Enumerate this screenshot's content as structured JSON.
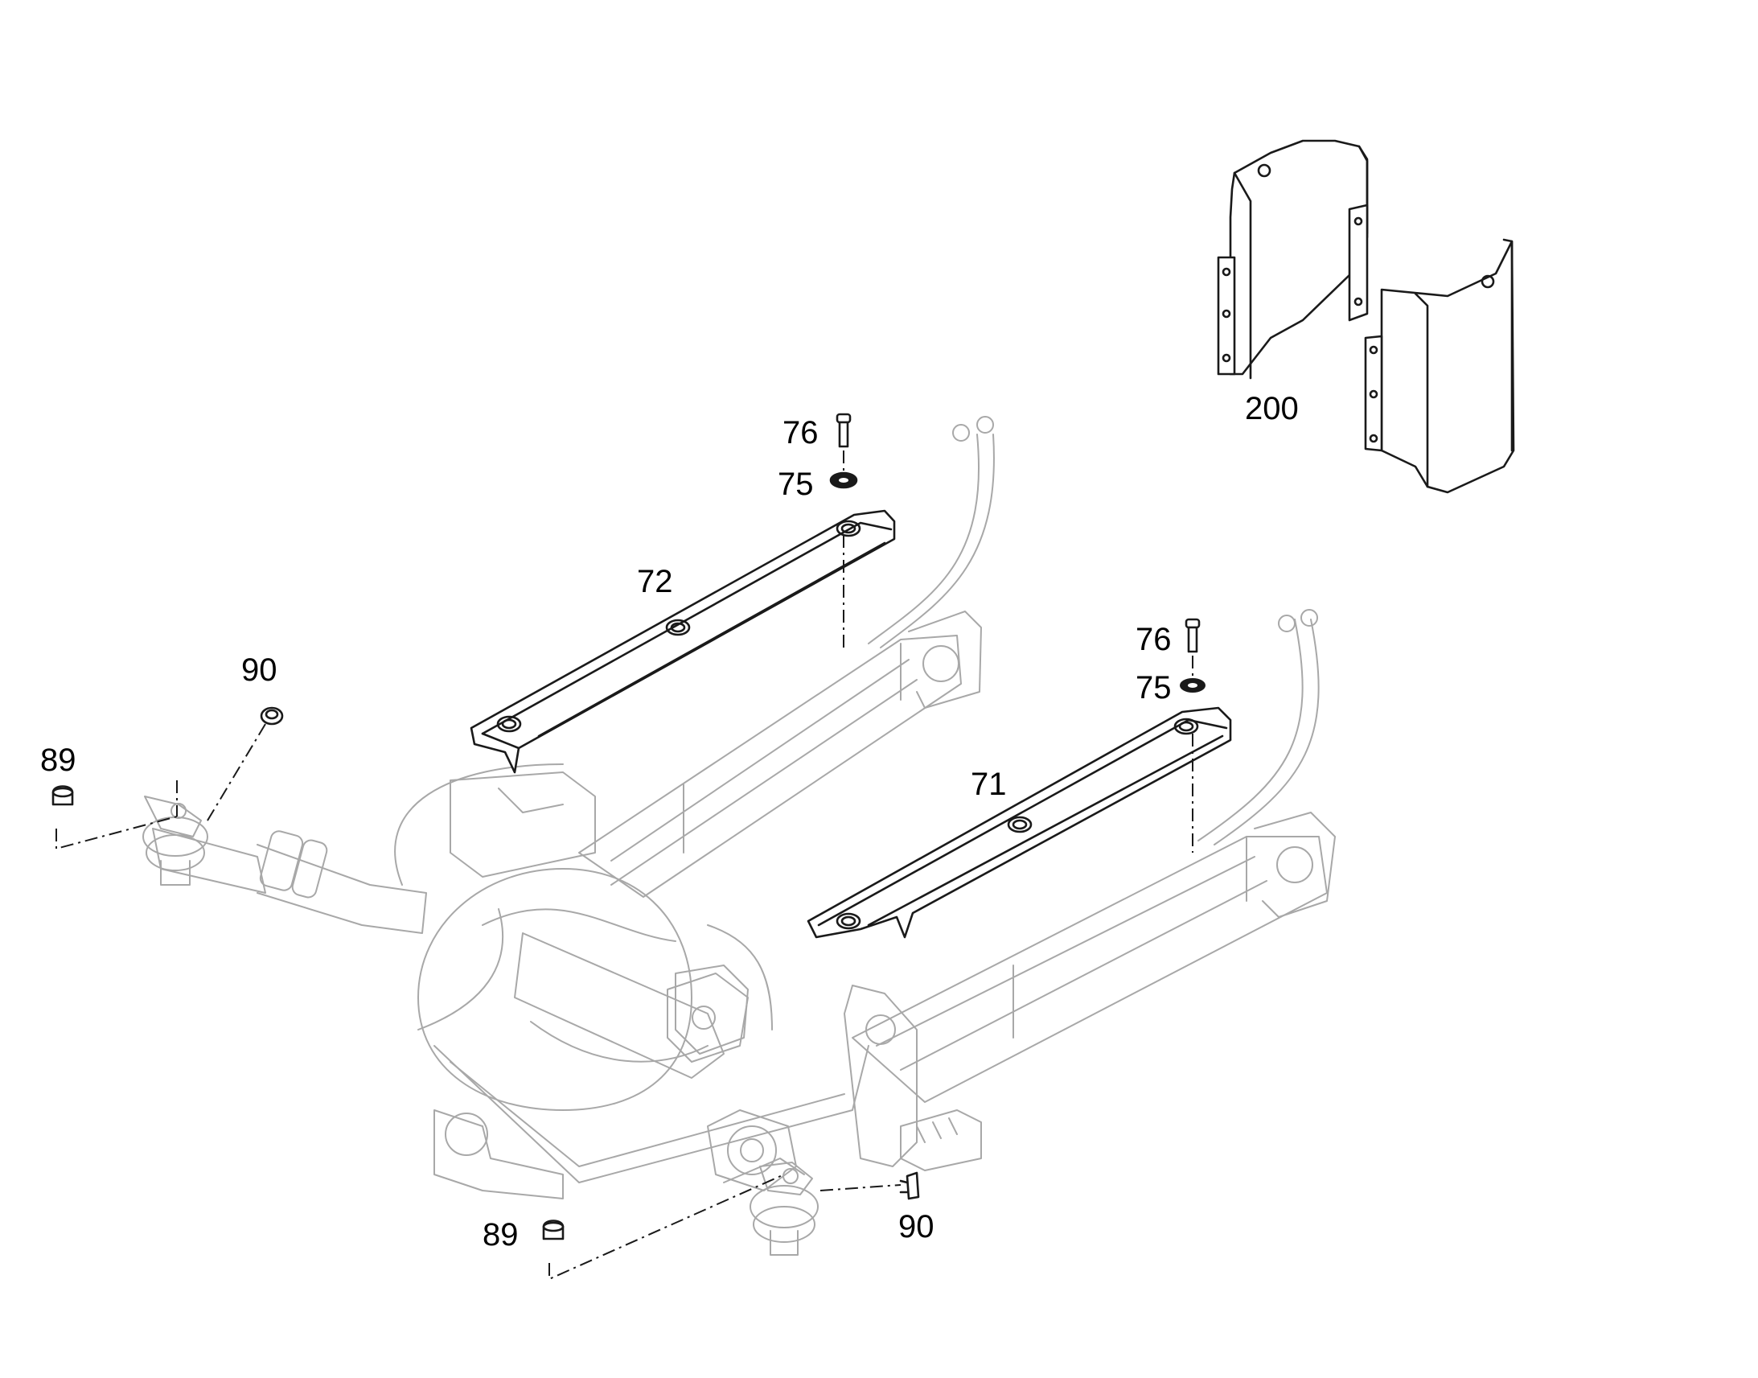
{
  "callouts": [
    {
      "id": "c200",
      "text": "200"
    },
    {
      "id": "c76a",
      "text": "76"
    },
    {
      "id": "c75a",
      "text": "75"
    },
    {
      "id": "c72",
      "text": "72"
    },
    {
      "id": "c76b",
      "text": "76"
    },
    {
      "id": "c75b",
      "text": "75"
    },
    {
      "id": "c71",
      "text": "71"
    },
    {
      "id": "c90a",
      "text": "90"
    },
    {
      "id": "c89a",
      "text": "89"
    },
    {
      "id": "c89b",
      "text": "89"
    },
    {
      "id": "c90b",
      "text": "90"
    }
  ]
}
